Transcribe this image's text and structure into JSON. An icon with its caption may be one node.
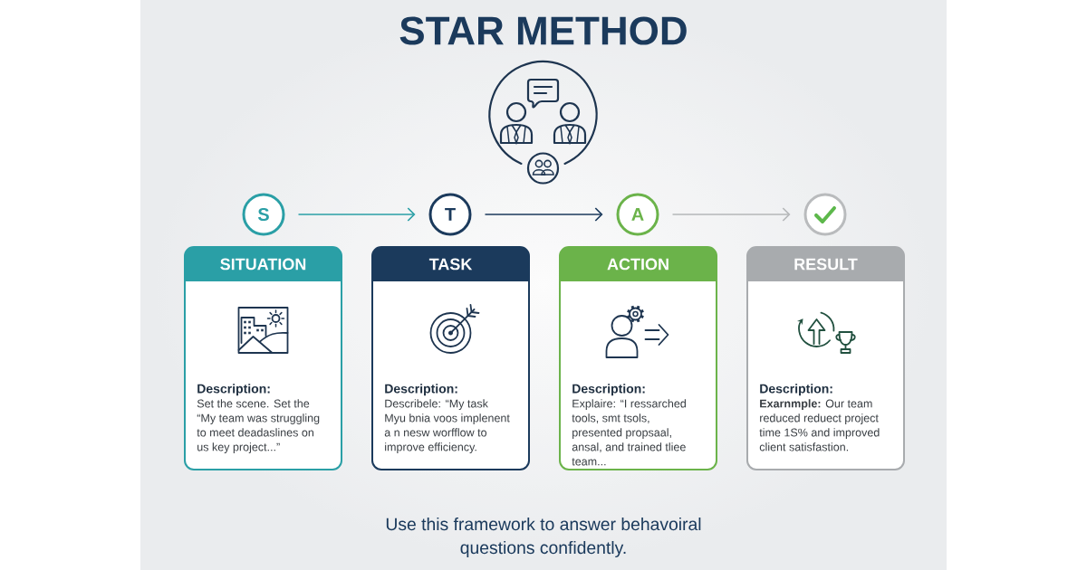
{
  "diagram": {
    "title": "STAR METHOD",
    "caption": "Use this framework to answer behavoiral questions confidently.",
    "nodes": [
      {
        "text": [
          "S"
        ]
      },
      {
        "text": [
          "T"
        ]
      },
      {
        "text": [
          "A"
        ]
      },
      {
        "text": [],
        "shape": "circle"
      },
      {
        "text": [
          "SITUATION",
          "Description:",
          "Set the scene. Set the “My team was struggling to meet deadaslines on us key project...”"
        ]
      },
      {
        "text": [
          "TASK",
          "Description:",
          "Describele: “My task Myu bnia voos implenent a n nesw worfflow to improve efficiency."
        ]
      },
      {
        "text": [
          "ACTION",
          "Description:",
          "Explaire: “I ressarched tools, smt tsols, presented propsaal, ansal, and trained tliee team..."
        ]
      },
      {
        "text": [
          "RESULT",
          "Description:",
          "**Exarnmple:** Our team reduced reduect project time 1S% and improved client satisfastion."
        ]
      }
    ],
    "edges": [
      {
        "from": 0,
        "to": 1,
        "arrow": "to",
        "color": "#2a9fa6"
      },
      {
        "from": 1,
        "to": 2,
        "arrow": "to",
        "color": "#1b3a5c"
      },
      {
        "from": 2,
        "to": 3,
        "arrow": "to",
        "color": "#b5b7b9"
      }
    ]
  }
}
